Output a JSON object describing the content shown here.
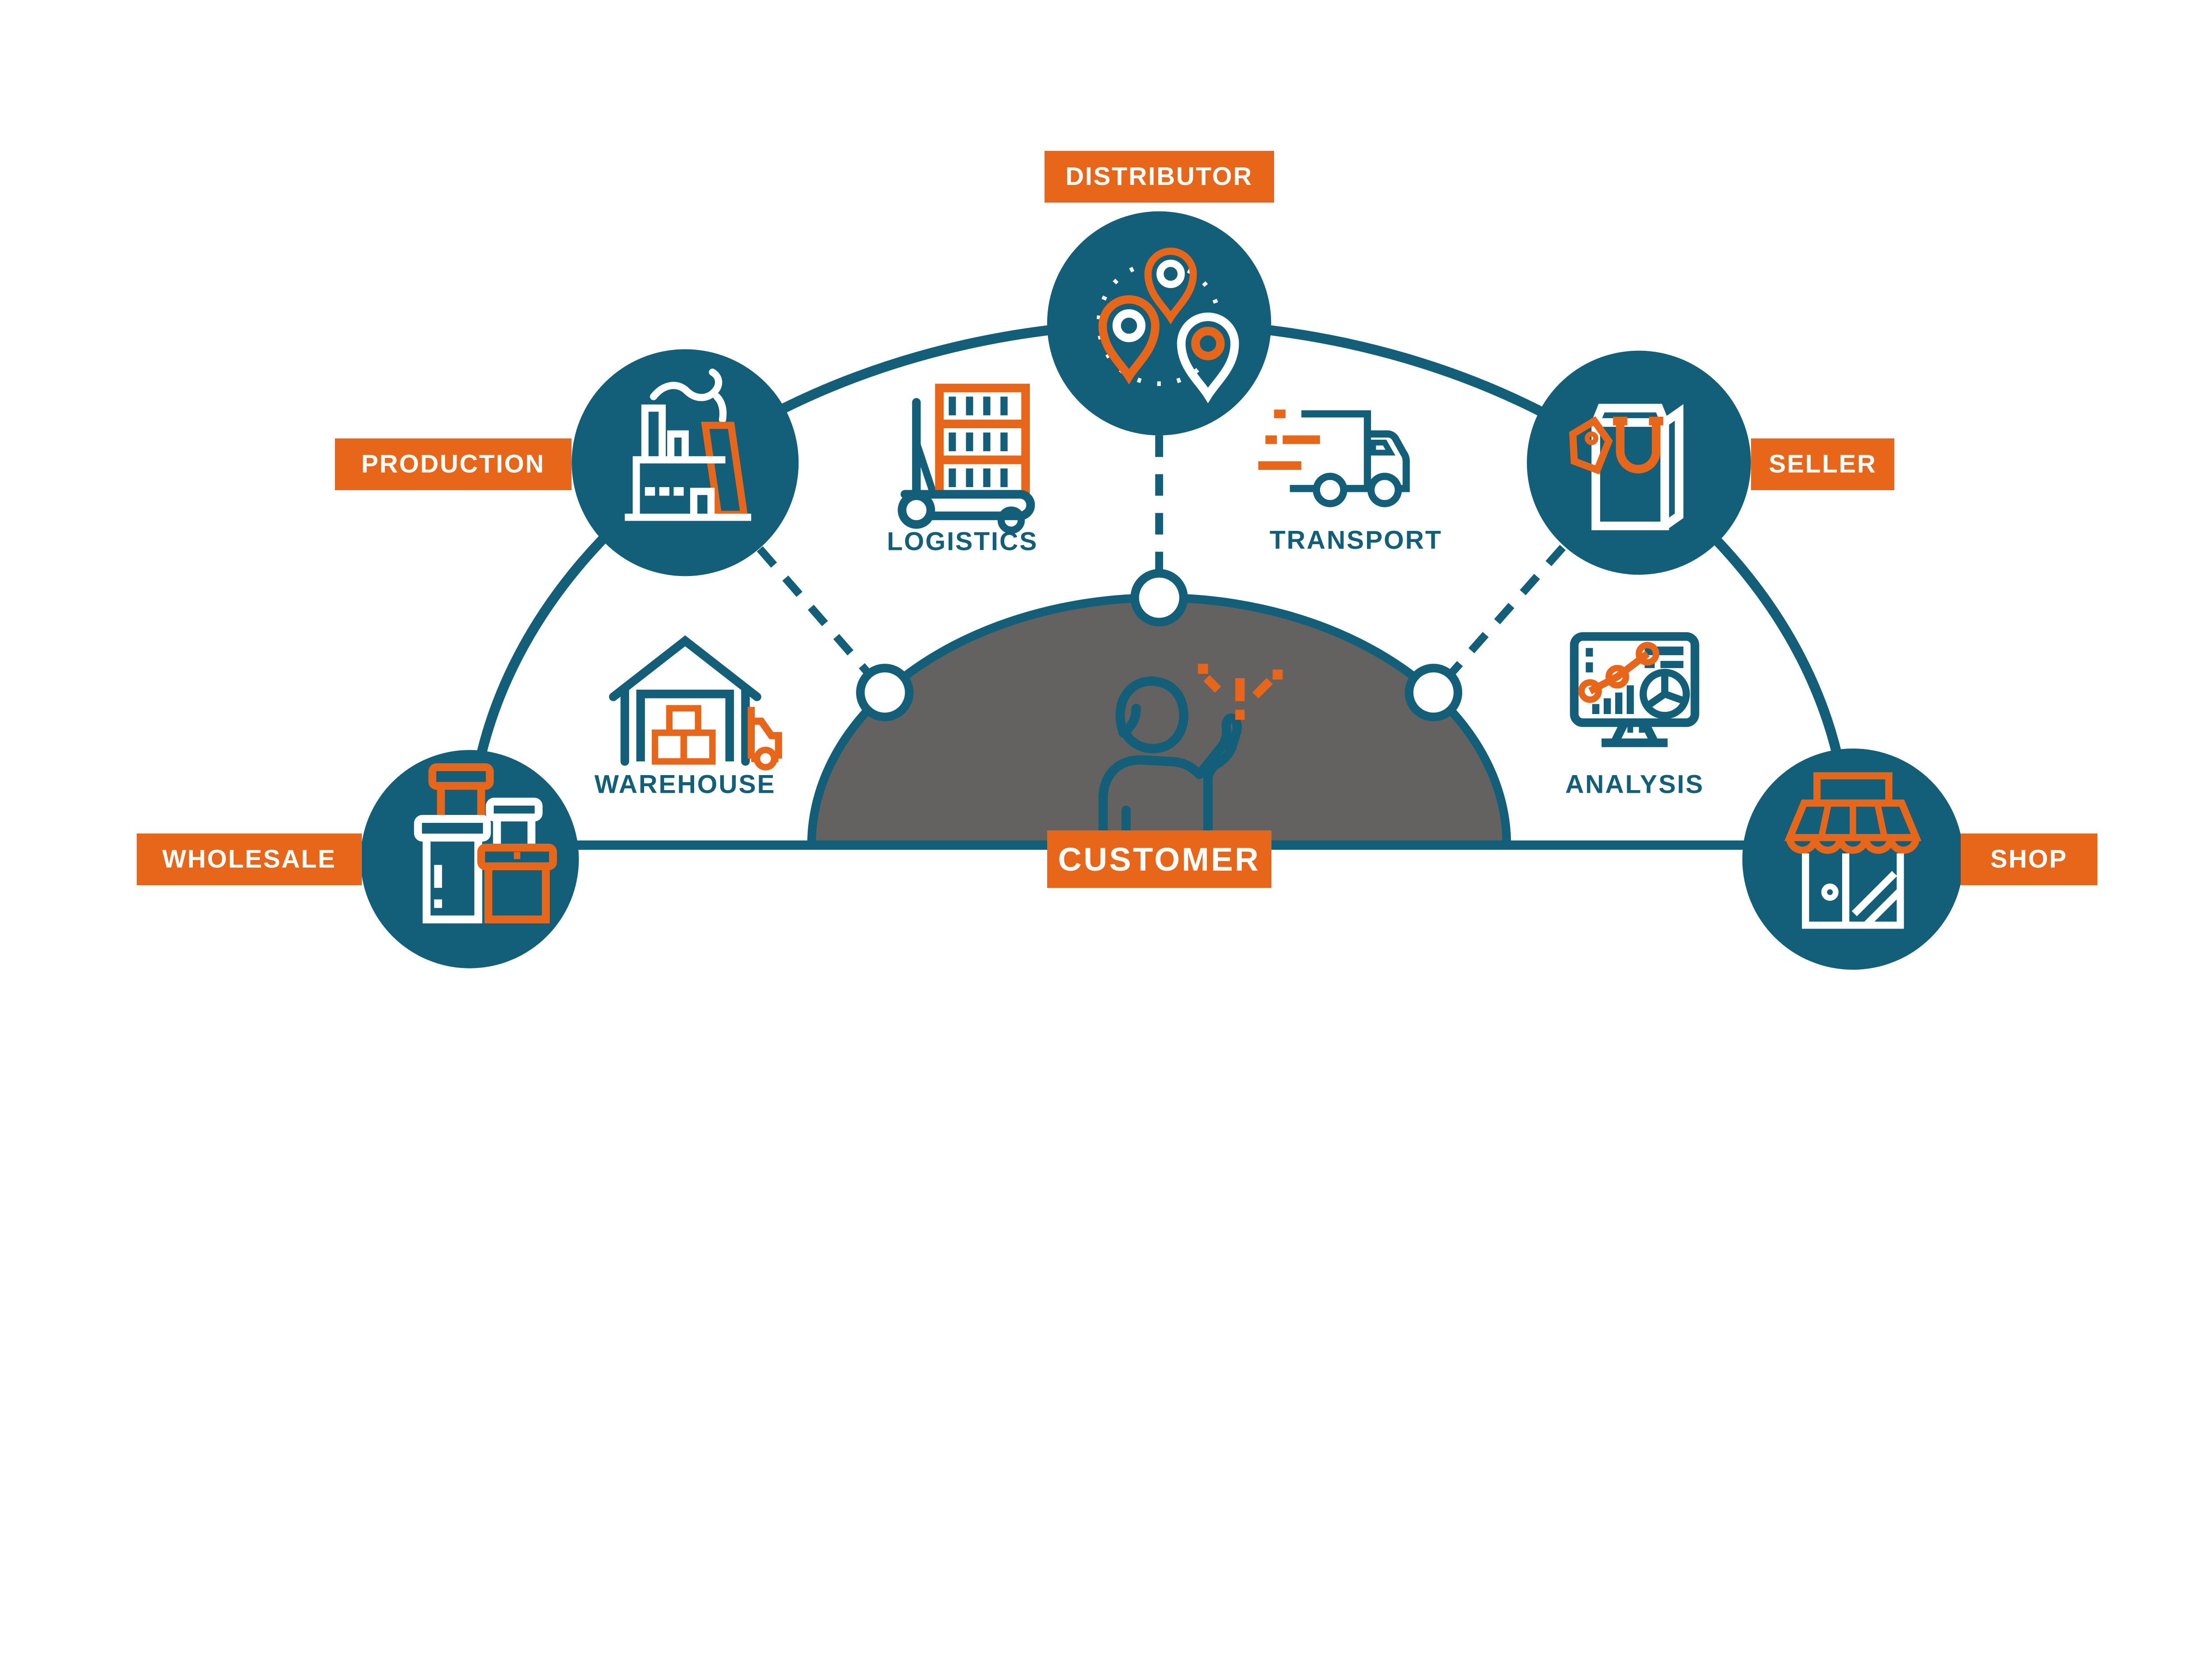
{
  "title": "Supply chain distribution infographic",
  "colors": {
    "teal": "#135E78",
    "orange": "#E8661A",
    "dome_gray": "#646260",
    "badge_text": "#FFFFFF",
    "background": "#FFFFFF"
  },
  "nodes": {
    "distributor": {
      "label": "DISTRIBUTOR",
      "icon": "map-pins-icon"
    },
    "production": {
      "label": "PRODUCTION",
      "icon": "factory-icon"
    },
    "seller": {
      "label": "SELLER",
      "icon": "shopping-bag-icon"
    },
    "wholesale": {
      "label": "WHOLESALE",
      "icon": "storage-jars-icon"
    },
    "shop": {
      "label": "SHOP",
      "icon": "storefront-icon"
    },
    "customer": {
      "label": "CUSTOMER",
      "icon": "person-raising-hand-icon"
    }
  },
  "process": {
    "logistics": {
      "label": "LOGISTICS",
      "icon": "pallet-trolley-icon"
    },
    "transport": {
      "label": "TRANSPORT",
      "icon": "delivery-truck-icon"
    },
    "warehouse": {
      "label": "WAREHOUSE",
      "icon": "warehouse-truck-icon"
    },
    "analysis": {
      "label": "ANALYSIS",
      "icon": "analytics-monitor-icon"
    }
  }
}
